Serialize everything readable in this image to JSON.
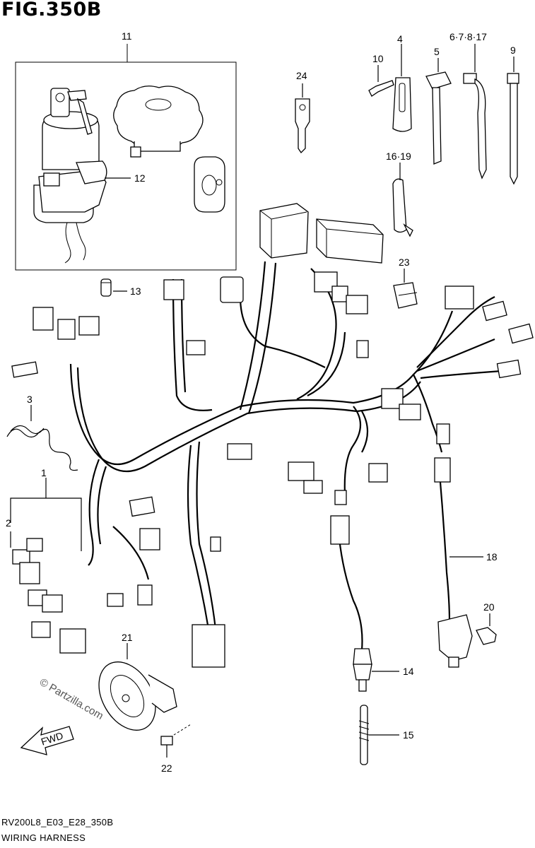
{
  "figure": {
    "title": "FIG.350B",
    "code": "RV200L8_E03_E28_350B",
    "subtitle": "WIRING HARNESS",
    "watermark": "© Partzilla.com",
    "direction": "FWD"
  },
  "callouts": [
    {
      "id": "c1",
      "label": "1"
    },
    {
      "id": "c2",
      "label": "2"
    },
    {
      "id": "c3",
      "label": "3"
    },
    {
      "id": "c4",
      "label": "4"
    },
    {
      "id": "c5",
      "label": "5"
    },
    {
      "id": "c6",
      "label": "6·7·8·17"
    },
    {
      "id": "c9",
      "label": "9"
    },
    {
      "id": "c10",
      "label": "10"
    },
    {
      "id": "c11",
      "label": "11"
    },
    {
      "id": "c12",
      "label": "12"
    },
    {
      "id": "c13",
      "label": "13"
    },
    {
      "id": "c14",
      "label": "14"
    },
    {
      "id": "c15",
      "label": "15"
    },
    {
      "id": "c16",
      "label": "16·19"
    },
    {
      "id": "c18",
      "label": "18"
    },
    {
      "id": "c20",
      "label": "20"
    },
    {
      "id": "c21",
      "label": "21"
    },
    {
      "id": "c22",
      "label": "22"
    },
    {
      "id": "c23",
      "label": "23"
    },
    {
      "id": "c24",
      "label": "24"
    }
  ]
}
